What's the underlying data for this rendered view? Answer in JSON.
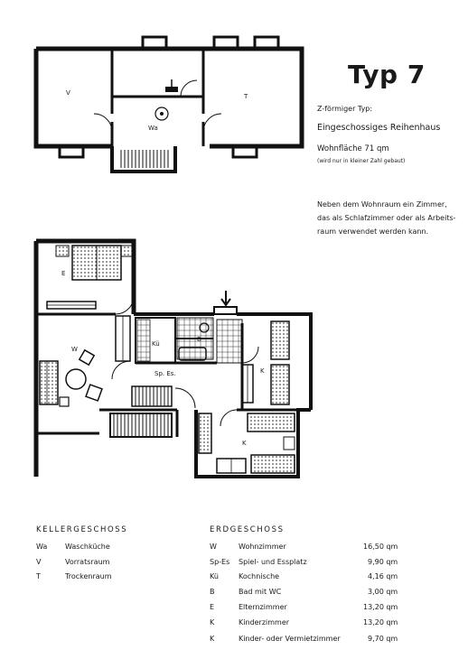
{
  "header": {
    "title": "Typ 7",
    "type_line": "Z-förmiger Typ:",
    "house_type": "Eingeschossiges Reihenhaus",
    "living_area": "Wohnfläche 71 qm",
    "note": "(wird nur in kleiner Zahl gebaut)",
    "description_lines": [
      "Neben dem Wohnraum ein Zimmer,",
      "das als Schlafzimmer oder als Arbeits-",
      "raum verwendet werden kann."
    ]
  },
  "plan_labels": {
    "basement": {
      "vorrat": "V",
      "trocken": "T",
      "wasch": "Wa"
    },
    "ground": {
      "eltern": "E",
      "wohn": "W",
      "kueche": "Kü",
      "bad": "B",
      "spiel": "Sp. Es.",
      "kinder1": "K",
      "kinder2": "K"
    }
  },
  "legend": {
    "basement": {
      "heading": "KELLERGESCHOSS",
      "rows": [
        {
          "code": "Wa",
          "name": "Waschküche"
        },
        {
          "code": "V",
          "name": "Vorratsraum"
        },
        {
          "code": "T",
          "name": "Trockenraum"
        }
      ]
    },
    "ground": {
      "heading": "ERDGESCHOSS",
      "rows": [
        {
          "code": "W",
          "name": "Wohnzimmer",
          "area": "16,50 qm"
        },
        {
          "code": "Sp-Es",
          "name": "Spiel- und Essplatz",
          "area": "9,90 qm"
        },
        {
          "code": "Kü",
          "name": "Kochnische",
          "area": "4,16 qm"
        },
        {
          "code": "B",
          "name": "Bad mit WC",
          "area": "3,00 qm"
        },
        {
          "code": "E",
          "name": "Elternzimmer",
          "area": "13,20 qm"
        },
        {
          "code": "K",
          "name": "Kinderzimmer",
          "area": "13,20 qm"
        },
        {
          "code": "K",
          "name": "Kinder- oder Vermietzimmer",
          "area": "9,70 qm"
        }
      ]
    }
  }
}
